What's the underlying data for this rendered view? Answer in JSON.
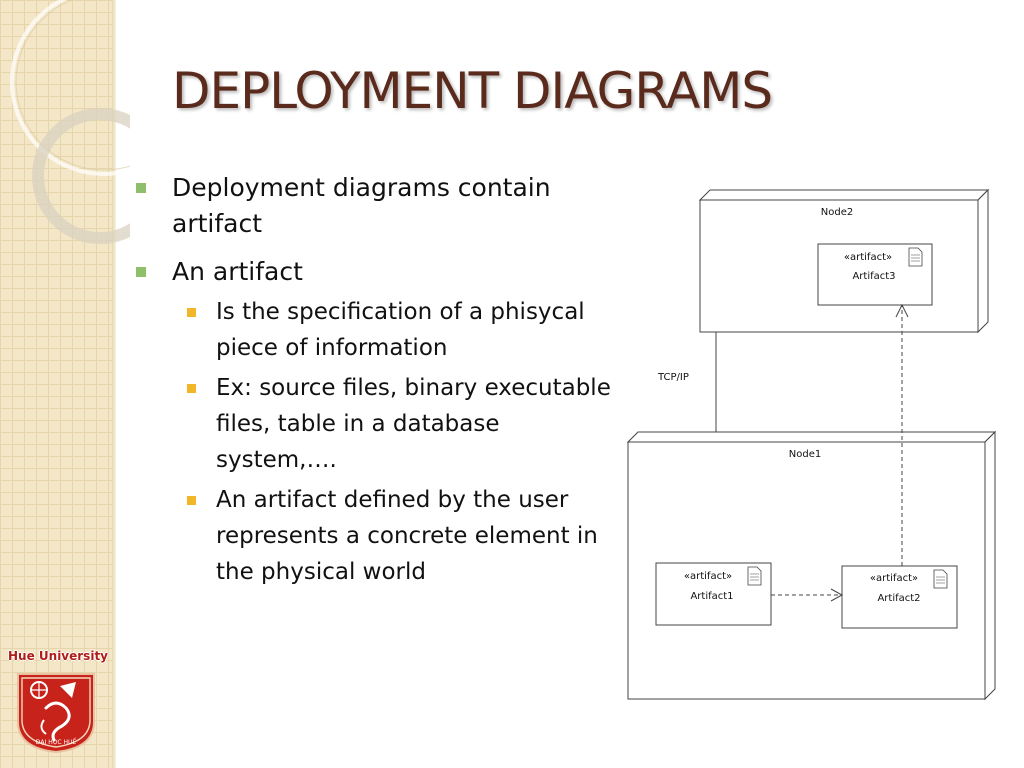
{
  "slide": {
    "title": "DEPLOYMENT DIAGRAMS",
    "bullets": [
      {
        "text": "Deployment diagrams contain artifact"
      },
      {
        "text": "An artifact",
        "sub": [
          "Is the specification of a phisycal piece of information",
          "Ex: source files, binary executable files, table in a database system,….",
          "An artifact defined by the user represents a concrete element in the physical world"
        ]
      }
    ]
  },
  "diagram": {
    "node2": {
      "label": "Node2",
      "artifact": {
        "stereotype": "«artifact»",
        "name": "Artifact3"
      }
    },
    "connection_label": "TCP/IP",
    "node1": {
      "label": "Node1",
      "artifacts": [
        {
          "stereotype": "«artifact»",
          "name": "Artifact1"
        },
        {
          "stereotype": "«artifact»",
          "name": "Artifact2"
        }
      ]
    }
  },
  "logo": {
    "text": "Hue University",
    "seal_text": "ĐẠI HỌC HUẾ"
  },
  "colors": {
    "title": "#5a2a1c",
    "bullet_level1": "#8fbf6b",
    "bullet_level2": "#f2b62b",
    "panel": "#f3e7c8",
    "logo_red": "#c8231b"
  }
}
